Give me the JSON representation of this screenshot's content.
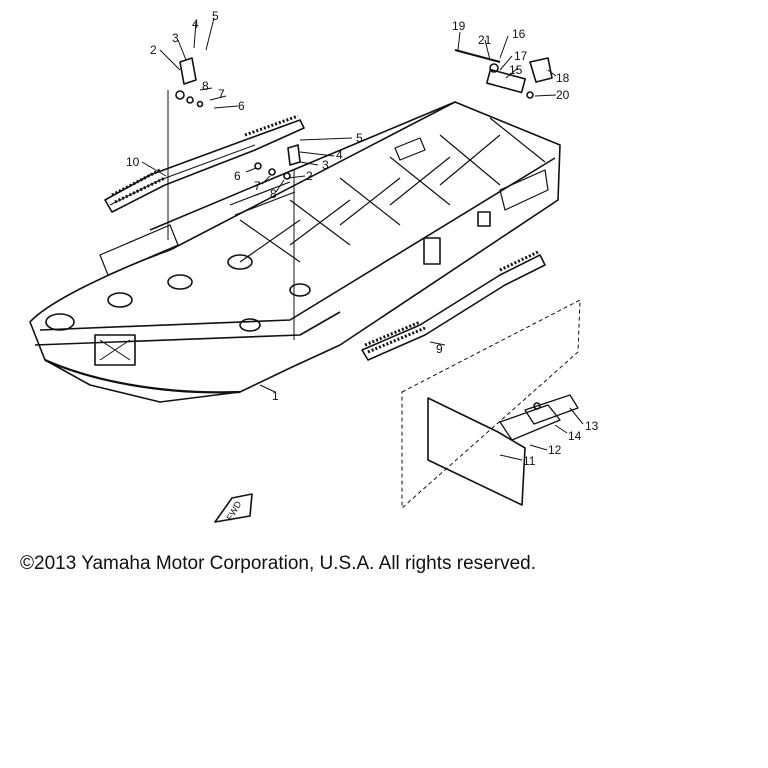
{
  "callouts": {
    "n1": "1",
    "n2a": "2",
    "n2b": "2",
    "n3a": "3",
    "n3b": "3",
    "n4a": "4",
    "n4b": "4",
    "n5a": "5",
    "n5b": "5",
    "n6a": "6",
    "n6b": "6",
    "n7a": "7",
    "n7b": "7",
    "n8a": "8",
    "n8b": "8",
    "n9": "9",
    "n10": "10",
    "n11": "11",
    "n12": "12",
    "n13": "13",
    "n14": "14",
    "n15": "15",
    "n16": "16",
    "n17": "17",
    "n18": "18",
    "n19": "19",
    "n20": "20",
    "n21": "21"
  },
  "fwd_mark": "FWD",
  "copyright": "©2013 Yamaha Motor Corporation, U.S.A. All rights reserved.",
  "colors": {
    "ink": "#111111",
    "background": "#ffffff"
  }
}
